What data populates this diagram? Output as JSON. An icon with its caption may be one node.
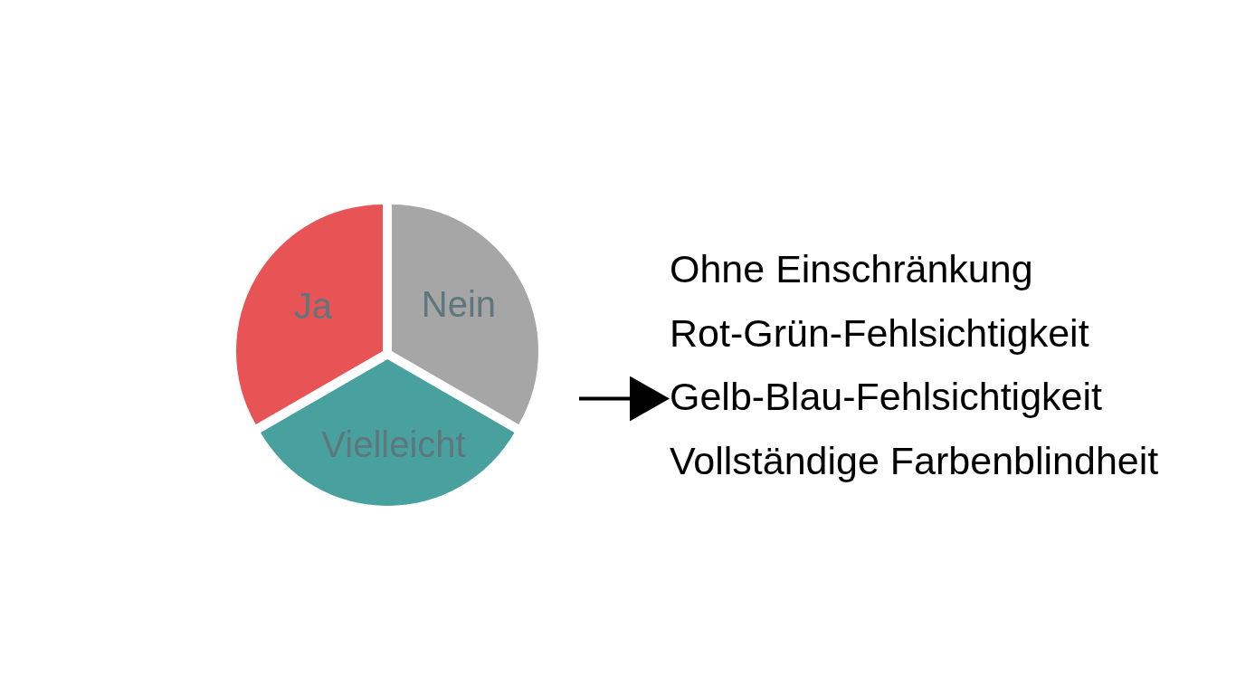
{
  "diagram": {
    "nodes": [
      {
        "text": [
          "Ja"
        ]
      },
      {
        "text": [
          "Nein"
        ]
      },
      {
        "text": [
          "Vielleicht"
        ]
      },
      {
        "text": [
          "Gelb-Blau-Fehlsichtigkeit"
        ]
      }
    ],
    "edges": [
      {
        "from": null,
        "to": 3,
        "arrow": "to"
      }
    ],
    "labels": [
      "Ohne Einschränkung",
      "Rot-Grün-Fehlsichtigkeit",
      "Vollständige Farbenblindheit"
    ]
  }
}
